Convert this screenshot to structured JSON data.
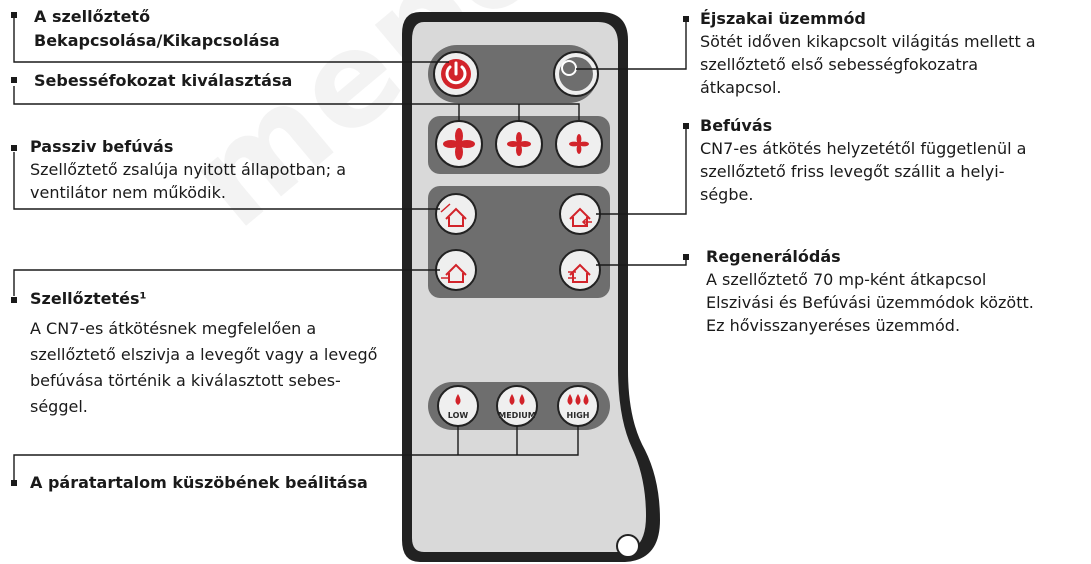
{
  "watermark": "meport",
  "labels": {
    "power_title": "A szellőztető",
    "power_title2": "Bekapcsolása/Kikapcsolása",
    "speed_title": "Sebesséfokozat kiválasztása",
    "passive_title": "Passziv befúvás",
    "passive_l1": "Szellőztető zsalúja nyitott állapotban; a",
    "passive_l2": "ventilátor nem működik.",
    "vent_title": "Szellőztetés¹",
    "vent_l1": "A CN7-es átkötésnek megfelelően a",
    "vent_l2": "szellőztető elszivja a levegőt vagy a levegő",
    "vent_l3": "befúvása történik a  kiválasztott sebes-",
    "vent_l4": "séggel.",
    "humidity_title": "A páratartalom küszöbének beálitása",
    "night_title": "Éjszakai üzemmód",
    "night_l1": "Sötét időven kikapcsolt világitás mellett  a",
    "night_l2": "szellőztető első sebességfokozatra",
    "night_l3": "átkapcsol.",
    "supply_title": "Befúvás",
    "supply_l1": "CN7-es átkötés helyzetétől függetlenül a",
    "supply_l2": "szellőztető friss levegőt szállit a helyi-",
    "supply_l3": "ségbe.",
    "regen_title": "Regenerálódás",
    "regen_l1": "A szellőztető 70 mp-ként átkapcsol",
    "regen_l2": "Elszivási és Befúvási üzemmódok között.",
    "regen_l3": "Ez hővisszanyeréses üzemmód."
  },
  "remote": {
    "humidity_low": "LOW",
    "humidity_medium": "MEDIUM",
    "humidity_high": "HIGH",
    "colors": {
      "body_outline": "#222222",
      "body_fill": "#d9d9d9",
      "panel": "#6e6e6e",
      "button": "#efefef",
      "power_red": "#d2232a"
    }
  }
}
